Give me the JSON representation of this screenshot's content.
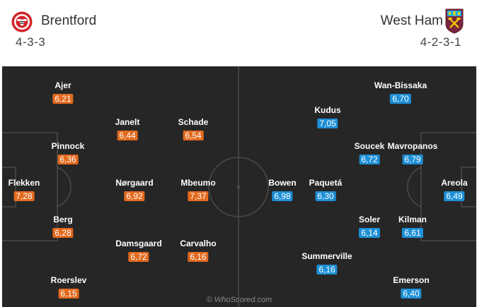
{
  "home": {
    "name": "Brentford",
    "formation": "4-3-3",
    "badge_icon": "brentford-bee-crest",
    "rating_color": "#e36a1e",
    "players": [
      {
        "name": "Ajer",
        "rating": "6,21"
      },
      {
        "name": "Janelt",
        "rating": "6,44"
      },
      {
        "name": "Schade",
        "rating": "6,54"
      },
      {
        "name": "Pinnock",
        "rating": "6,36"
      },
      {
        "name": "Flekken",
        "rating": "7,28"
      },
      {
        "name": "Nørgaard",
        "rating": "6,92"
      },
      {
        "name": "Mbeumo",
        "rating": "7,37"
      },
      {
        "name": "Berg",
        "rating": "6,28"
      },
      {
        "name": "Damsgaard",
        "rating": "6,72"
      },
      {
        "name": "Carvalho",
        "rating": "6,16"
      },
      {
        "name": "Roerslev",
        "rating": "6,15"
      }
    ]
  },
  "away": {
    "name": "West Ham",
    "formation": "4-2-3-1",
    "badge_icon": "west-ham-hammers-crest",
    "rating_color": "#1d8fd6",
    "players": [
      {
        "name": "Wan-Bissaka",
        "rating": "6,70"
      },
      {
        "name": "Kudus",
        "rating": "7,05"
      },
      {
        "name": "Soucek",
        "rating": "6,72"
      },
      {
        "name": "Mavropanos",
        "rating": "6,79"
      },
      {
        "name": "Bowen",
        "rating": "6,98"
      },
      {
        "name": "Paquetá",
        "rating": "6,30"
      },
      {
        "name": "Areola",
        "rating": "6,49"
      },
      {
        "name": "Soler",
        "rating": "6,14"
      },
      {
        "name": "Kilman",
        "rating": "6,61"
      },
      {
        "name": "Summerville",
        "rating": "6,16"
      },
      {
        "name": "Emerson",
        "rating": "6,40"
      }
    ]
  },
  "watermark": "© WhoScored.com"
}
